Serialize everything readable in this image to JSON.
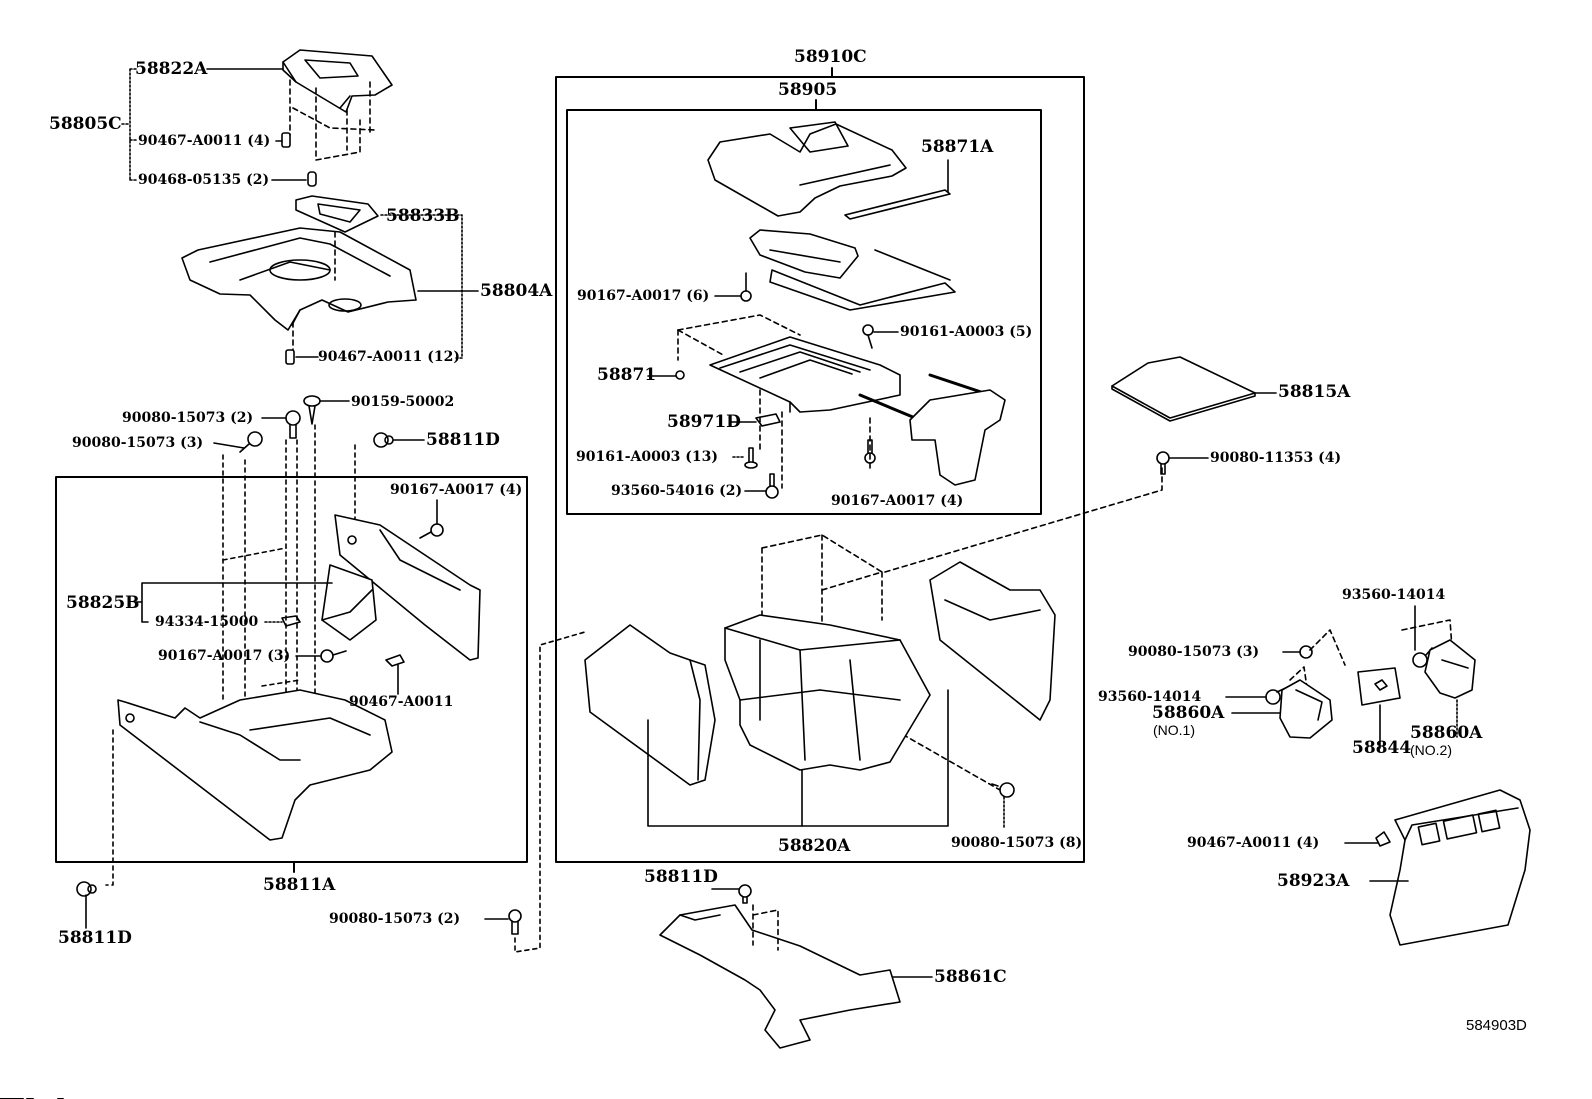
{
  "diagram": {
    "reference_code": "584903D",
    "groups": {
      "armrest_assy": "58910C",
      "armrest_sub": "58905",
      "console_box": "58811A",
      "console_body": "58820A"
    },
    "parts": {
      "p58822A": "58822A",
      "p58805C": "58805C",
      "p90467_4a": "90467-A0011 (4)",
      "p90468": "90468-05135 (2)",
      "p58833B": "58833B",
      "p58804A": "58804A",
      "p90467_12": "90467-A0011 (12)",
      "p90159": "90159-50002",
      "p90080_2a": "90080-15073 (2)",
      "p90080_3a": "90080-15073 (3)",
      "p58811D_a": "58811D",
      "p90167_4a": "90167-A0017 (4)",
      "p58825B": "58825B",
      "p94334": "94334-15000",
      "p90167_3": "90167-A0017 (3)",
      "p90467_single": "90467-A0011",
      "p58811D_b": "58811D",
      "p90080_2b": "90080-15073 (2)",
      "p58871A": "58871A",
      "p90167_6": "90167-A0017 (6)",
      "p90161_5": "90161-A0003 (5)",
      "p58871": "58871",
      "p58971D": "58971D",
      "p90161_13": "90161-A0003 (13)",
      "p93560_54016": "93560-54016 (2)",
      "p90167_4b": "90167-A0017 (4)",
      "p90080_8": "90080-15073 (8)",
      "p58811D_c": "58811D",
      "p58861C": "58861C",
      "p58815A": "58815A",
      "p90080_11353": "90080-11353 (4)",
      "p93560_14014_a": "93560-14014",
      "p90080_3b": "90080-15073 (3)",
      "p93560_14014_b": "93560-14014",
      "p58860A_1": "58860A",
      "p58860A_1_sub": "(NO.1)",
      "p58844": "58844",
      "p58860A_2": "58860A",
      "p58860A_2_sub": "(NO.2)",
      "p90467_4b": "90467-A0011 (4)",
      "p58923A": "58923A"
    }
  }
}
